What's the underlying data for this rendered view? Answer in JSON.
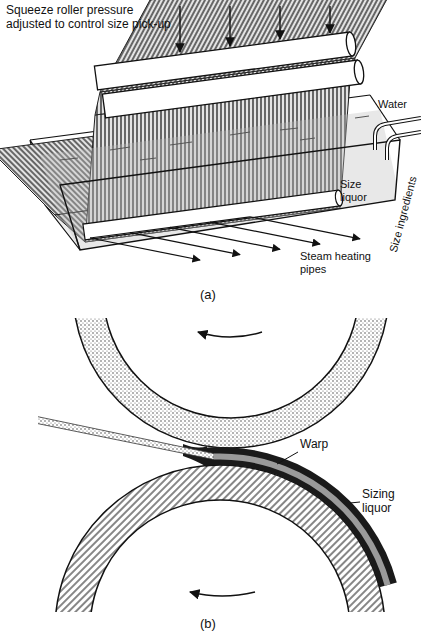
{
  "diagram": {
    "labels": [
      "Squeeze roller pressure adjusted to control size pick-up",
      "Water",
      "Size ingredients",
      "Size liquor",
      "Steam heating pipes",
      "(a)",
      "Warp",
      "Sizing liquor",
      "(b)"
    ]
  }
}
